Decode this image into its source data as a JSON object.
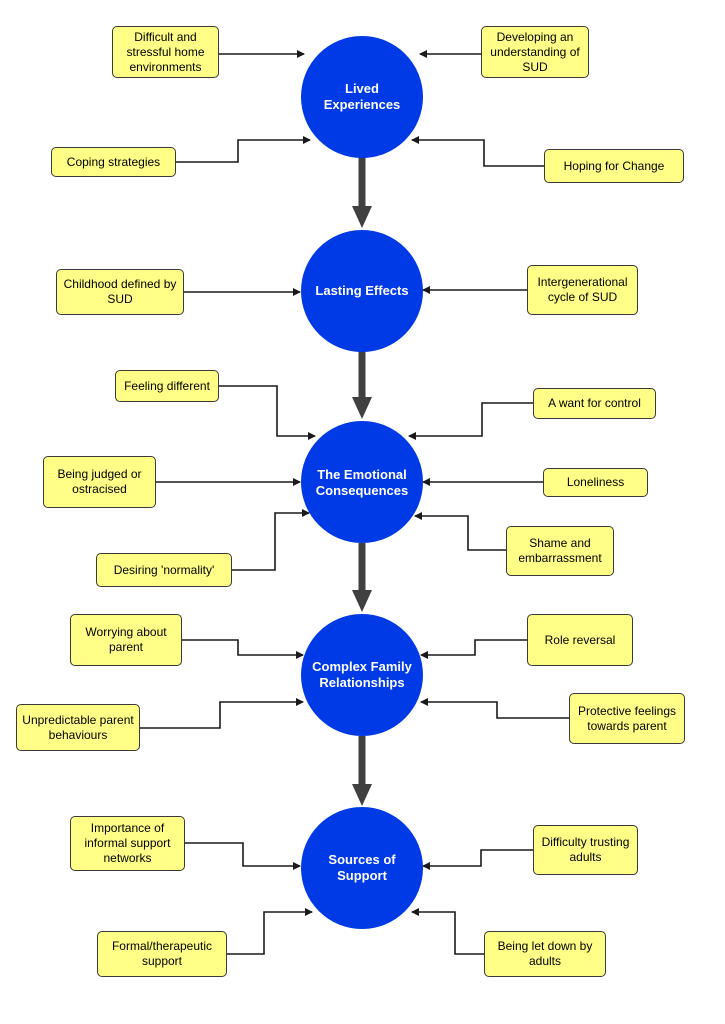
{
  "themes": [
    {
      "label": "Lived\nExperiences",
      "subthemes": [
        {
          "label": "Difficult and\nstressful home\nenvironments"
        },
        {
          "label": "Developing an\nunderstanding of\nSUD"
        },
        {
          "label": "Coping strategies"
        },
        {
          "label": "Hoping for Change"
        }
      ]
    },
    {
      "label": "Lasting Effects",
      "subthemes": [
        {
          "label": "Childhood defined by\nSUD"
        },
        {
          "label": "Intergenerational\ncycle of SUD"
        }
      ]
    },
    {
      "label": "The Emotional\nConsequences",
      "subthemes": [
        {
          "label": "Feeling different"
        },
        {
          "label": "A want for control"
        },
        {
          "label": "Being judged or\nostracised"
        },
        {
          "label": "Loneliness"
        },
        {
          "label": "Desiring 'normality'"
        },
        {
          "label": "Shame and\nembarrassment"
        }
      ]
    },
    {
      "label": "Complex Family\nRelationships",
      "subthemes": [
        {
          "label": "Worrying about\nparent"
        },
        {
          "label": "Role reversal"
        },
        {
          "label": "Unpredictable parent\nbehaviours"
        },
        {
          "label": "Protective feelings\ntowards parent"
        }
      ]
    },
    {
      "label": "Sources of\nSupport",
      "subthemes": [
        {
          "label": "Importance of\ninformal support\nnetworks"
        },
        {
          "label": "Difficulty trusting\nadults"
        },
        {
          "label": "Formal/therapeutic\nsupport"
        },
        {
          "label": "Being let down by\nadults"
        }
      ]
    }
  ],
  "colors": {
    "circle_fill": "#0039e6",
    "box_fill": "#ffff88",
    "main_arrow": "#404040",
    "connector": "#1a1a1a"
  }
}
